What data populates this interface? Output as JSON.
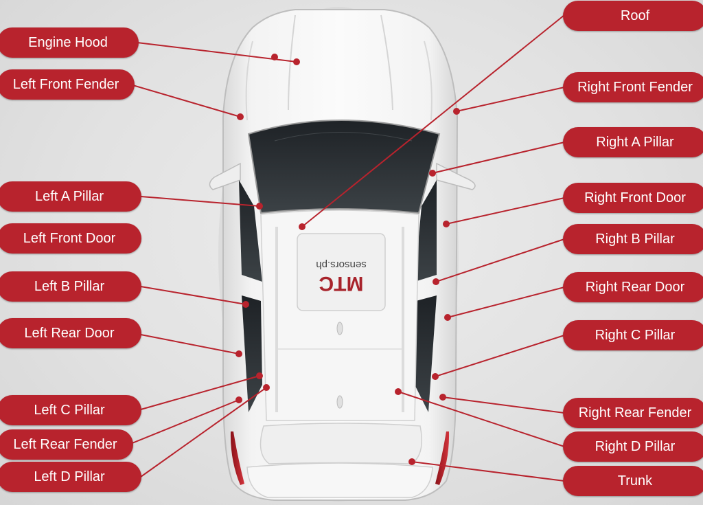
{
  "labels": {
    "left": {
      "engine_hood": "Engine Hood",
      "left_front_fender": "Left Front Fender",
      "left_a_pillar": "Left A Pillar",
      "left_front_door": "Left Front Door",
      "left_b_pillar": "Left B Pillar",
      "left_rear_door": "Left Rear Door",
      "left_c_pillar": "Left C Pillar",
      "left_rear_fender": "Left Rear Fender",
      "left_d_pillar": "Left D Pillar"
    },
    "right": {
      "roof": "Roof",
      "right_front_fender": "Right Front Fender",
      "right_a_pillar": "Right A Pillar",
      "right_front_door": "Right Front Door",
      "right_b_pillar": "Right B Pillar",
      "right_rear_door": "Right Rear Door",
      "right_c_pillar": "Right C Pillar",
      "right_rear_fender": "Right Rear Fender",
      "right_d_pillar": "Right D Pillar",
      "trunk": "Trunk"
    }
  },
  "logo": {
    "brand": "MTC",
    "domain": "sensors.ph"
  },
  "colors": {
    "label_fill": "#b8232d",
    "label_text": "#ffffff",
    "leader_line": "#b8232d",
    "car_body": "#f4f4f4",
    "glass": "#2d3236",
    "background": "#e2e2e2"
  }
}
